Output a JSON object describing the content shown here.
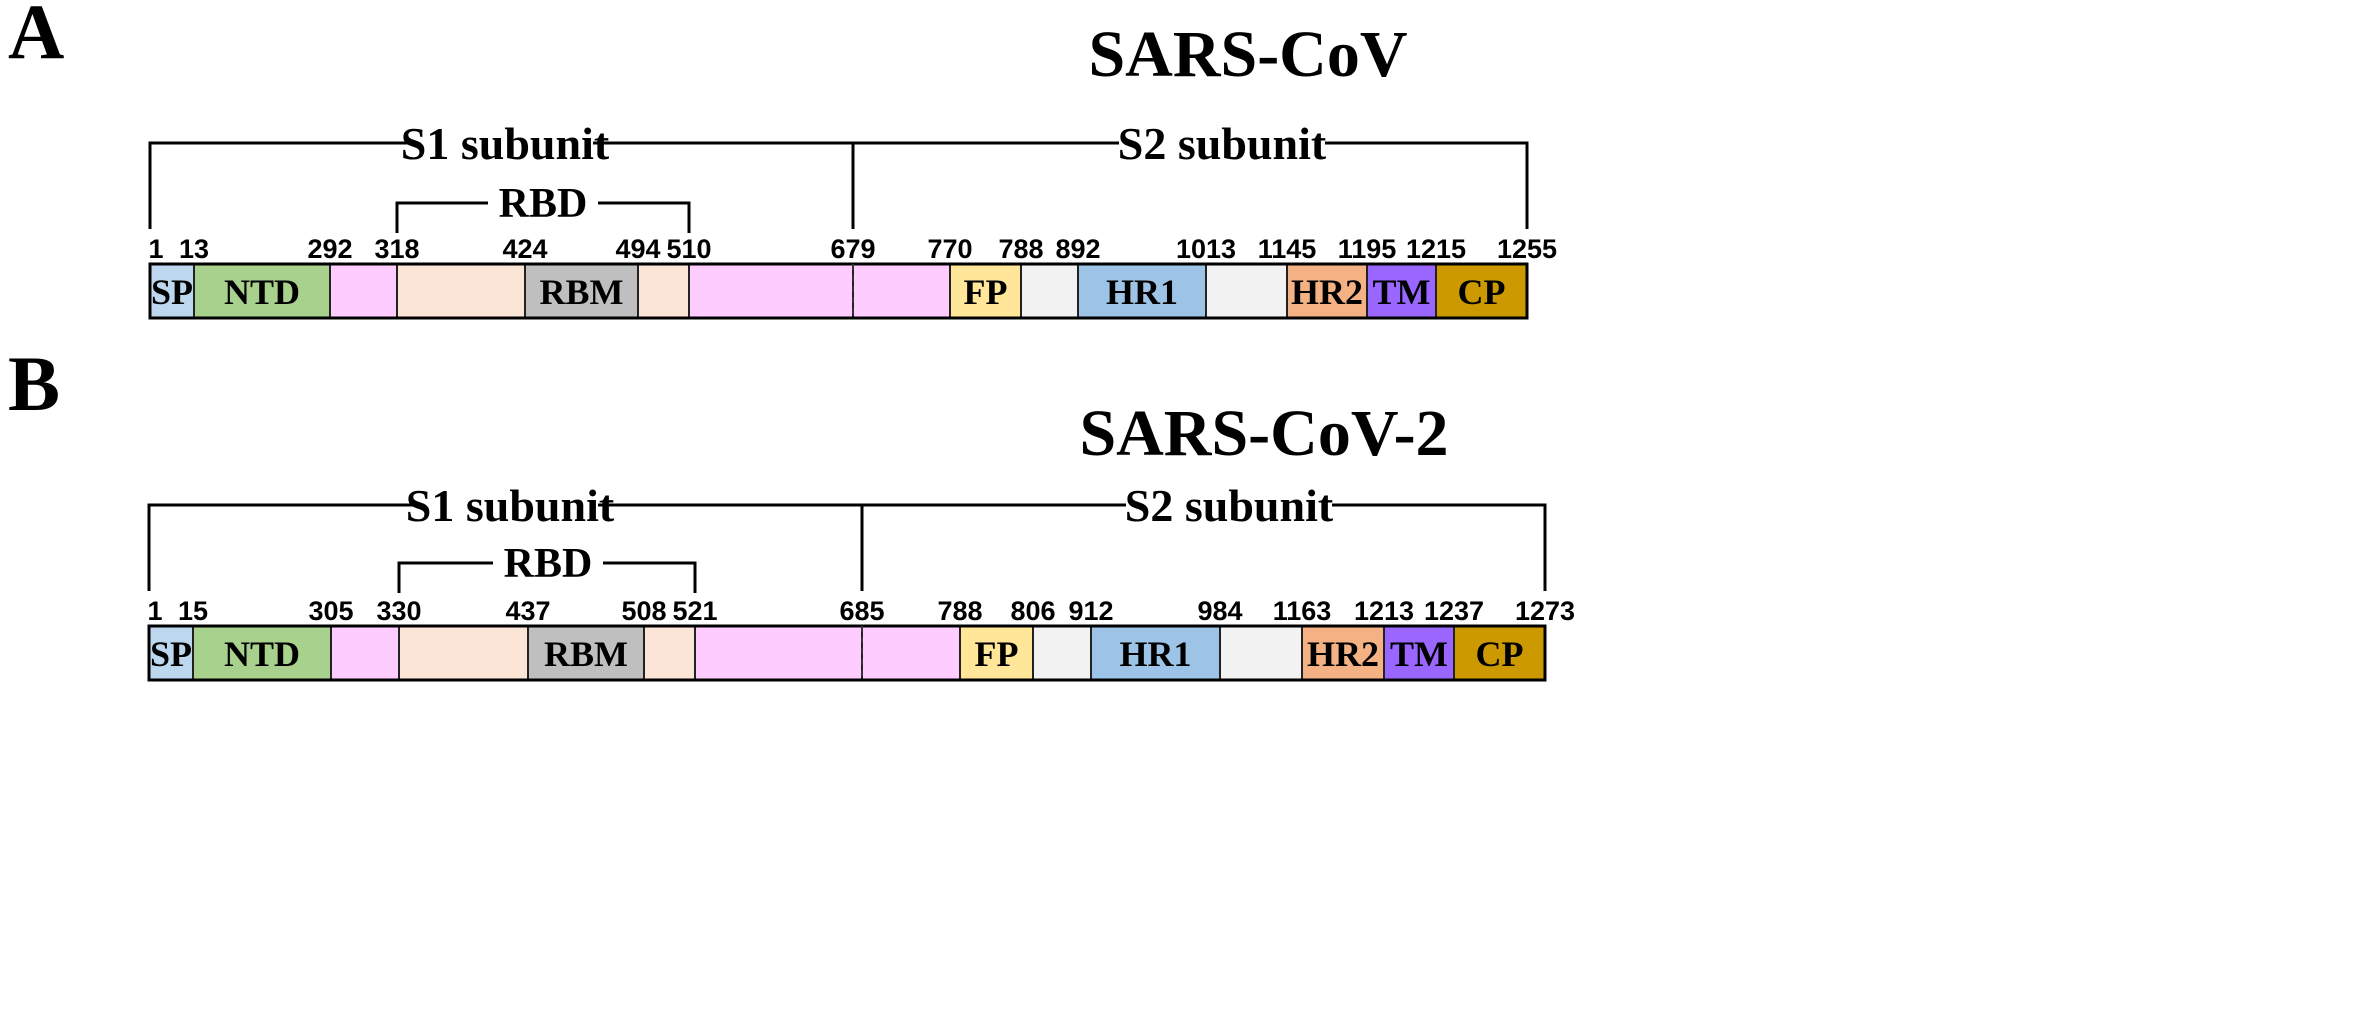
{
  "colors": {
    "SP": "#bdd7ee",
    "NTD": "#a9d18e",
    "pink": "#ffccff",
    "peach": "#fbe5d6",
    "RBM": "#bfbfbf",
    "FP": "#ffe699",
    "gray": "#f2f2f2",
    "HR1": "#9dc3e6",
    "HR2": "#f4b183",
    "TM": "#9966ff",
    "CP": "#cc9900"
  },
  "panels": [
    {
      "letter": "A",
      "title": "SARS-CoV",
      "s1_label": "S1 subunit",
      "s2_label": "S2 subunit",
      "rbd_label": "RBD",
      "cleavage_site": 679,
      "rbd_start": 318,
      "rbd_end": 510,
      "positions": [
        "1",
        "13",
        "292",
        "318",
        "424",
        "494",
        "510",
        "679",
        "770",
        "788",
        "892",
        "1013",
        "1145",
        "1195",
        "1215",
        "1255"
      ],
      "segments": [
        {
          "label": "SP",
          "color": "SP"
        },
        {
          "label": "NTD",
          "color": "NTD"
        },
        {
          "label": "",
          "color": "pink"
        },
        {
          "label": "",
          "color": "peach"
        },
        {
          "label": "RBM",
          "color": "RBM"
        },
        {
          "label": "",
          "color": "peach"
        },
        {
          "label": "",
          "color": "pink"
        },
        {
          "label": "",
          "color": "pink"
        },
        {
          "label": "FP",
          "color": "FP"
        },
        {
          "label": "",
          "color": "gray"
        },
        {
          "label": "HR1",
          "color": "HR1"
        },
        {
          "label": "",
          "color": "gray"
        },
        {
          "label": "HR2",
          "color": "HR2"
        },
        {
          "label": "TM",
          "color": "TM"
        },
        {
          "label": "CP",
          "color": "CP"
        }
      ]
    },
    {
      "letter": "B",
      "title": "SARS-CoV-2",
      "s1_label": "S1 subunit",
      "s2_label": "S2 subunit",
      "rbd_label": "RBD",
      "cleavage_site": 685,
      "rbd_start": 330,
      "rbd_end": 521,
      "positions": [
        "1",
        "15",
        "305",
        "330",
        "437",
        "508",
        "521",
        "685",
        "788",
        "806",
        "912",
        "984",
        "1163",
        "1213",
        "1237",
        "1273"
      ],
      "segments": [
        {
          "label": "SP",
          "color": "SP"
        },
        {
          "label": "NTD",
          "color": "NTD"
        },
        {
          "label": "",
          "color": "pink"
        },
        {
          "label": "",
          "color": "peach"
        },
        {
          "label": "RBM",
          "color": "RBM"
        },
        {
          "label": "",
          "color": "peach"
        },
        {
          "label": "",
          "color": "pink"
        },
        {
          "label": "",
          "color": "pink"
        },
        {
          "label": "FP",
          "color": "FP"
        },
        {
          "label": "",
          "color": "gray"
        },
        {
          "label": "HR1",
          "color": "HR1"
        },
        {
          "label": "",
          "color": "gray"
        },
        {
          "label": "HR2",
          "color": "HR2"
        },
        {
          "label": "TM",
          "color": "TM"
        },
        {
          "label": "CP",
          "color": "CP"
        }
      ]
    }
  ]
}
